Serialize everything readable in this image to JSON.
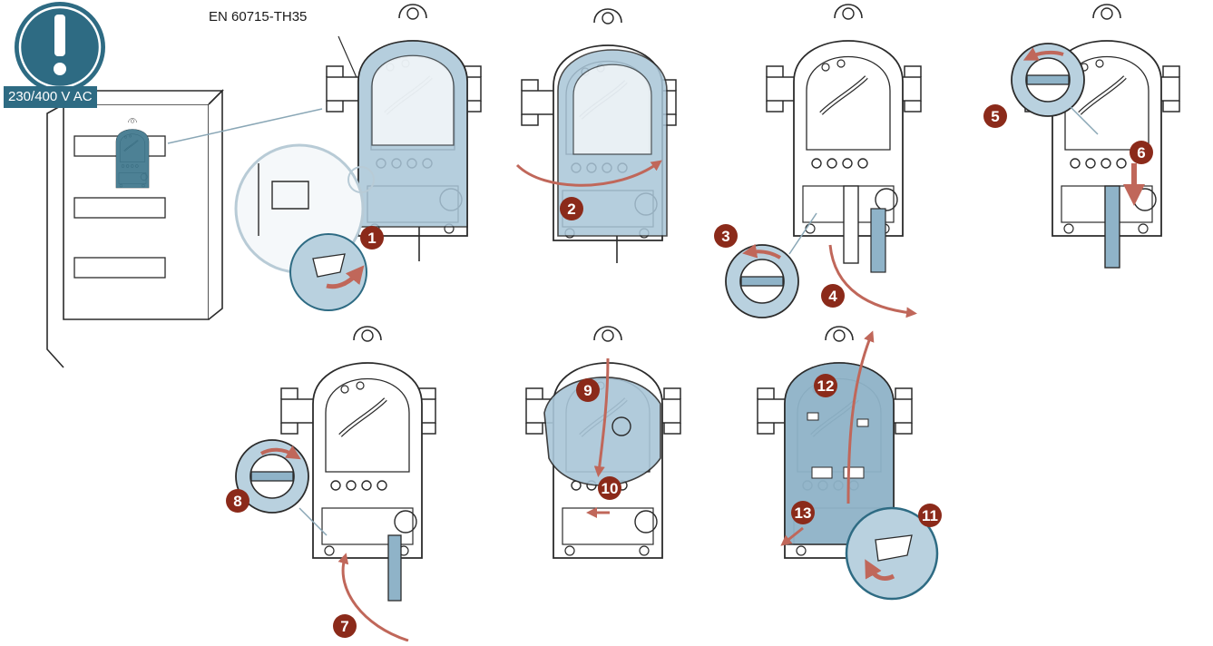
{
  "warning": {
    "icon": "exclamation-icon",
    "voltage_label": "230/400 V AC"
  },
  "rail_standard_label": "EN 60715-TH35",
  "steps": [
    "1",
    "2",
    "3",
    "4",
    "5",
    "6",
    "7",
    "8",
    "9",
    "10",
    "11",
    "12",
    "13"
  ],
  "colors": {
    "accent": "#2e6b83",
    "cover_fill": "#a9c6d8",
    "arrow": "#c0675a",
    "badge": "#8b2a1a",
    "line": "#2b2b2b"
  }
}
